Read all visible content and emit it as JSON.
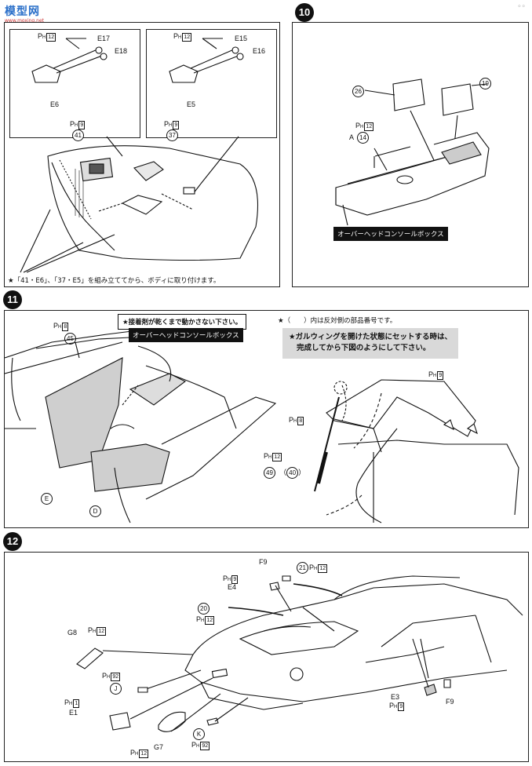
{
  "watermark": {
    "site": "模型网",
    "url": "www.moxing.net"
  },
  "step10": {
    "number": "10",
    "part_26": "26",
    "part_19": "19",
    "ph_label": "P",
    "ph_sub": "H",
    "ph_num": "12",
    "part_a": "A",
    "part_14": "14",
    "caption": "オーバーヘッドコンソールボックス"
  },
  "step9": {
    "left_ph": "12",
    "left_e17": "E17",
    "left_e18": "E18",
    "left_e6": "E6",
    "right_ph": "12",
    "right_e15": "E15",
    "right_e16": "E16",
    "right_e5": "E5",
    "ph_41": "9",
    "part_41": "41",
    "ph_37": "9",
    "part_37": "37",
    "footnote": "★「41・E6」、「37・E5」を組み立ててから、ボディに取り付けます。"
  },
  "step11": {
    "number": "11",
    "ph_45": "8",
    "part_45": "45",
    "warning": "★接着剤が乾くまで動かさない下さい。",
    "console_label": "オーバーヘッドコンソールボックス",
    "part_e": "E",
    "part_d": "D",
    "note_parens": "★（　　）内は反対側の部品番号です。",
    "gullwing_line1": "★ガルウィングを開けた状態にセットする時は、",
    "gullwing_line2": "完成してから下図のようにして下さい。",
    "ph_top": "9",
    "ph_strut": "8",
    "ph_49": "12",
    "part_49": "49",
    "part_40": "40"
  },
  "step12": {
    "number": "12",
    "f9_top": "F9",
    "part_21": "21",
    "ph_21": "12",
    "ph_e4": "9",
    "e4": "E4",
    "part_20": "20",
    "ph_20": "12",
    "g8": "G8",
    "ph_g8": "12",
    "ph_j": "92",
    "part_j": "J",
    "ph_e1": "1",
    "e1": "E1",
    "ph_g7": "12",
    "g7": "G7",
    "part_k": "K",
    "ph_k": "92",
    "e3": "E3",
    "ph_e3": "9",
    "f9_bottom": "F9"
  }
}
